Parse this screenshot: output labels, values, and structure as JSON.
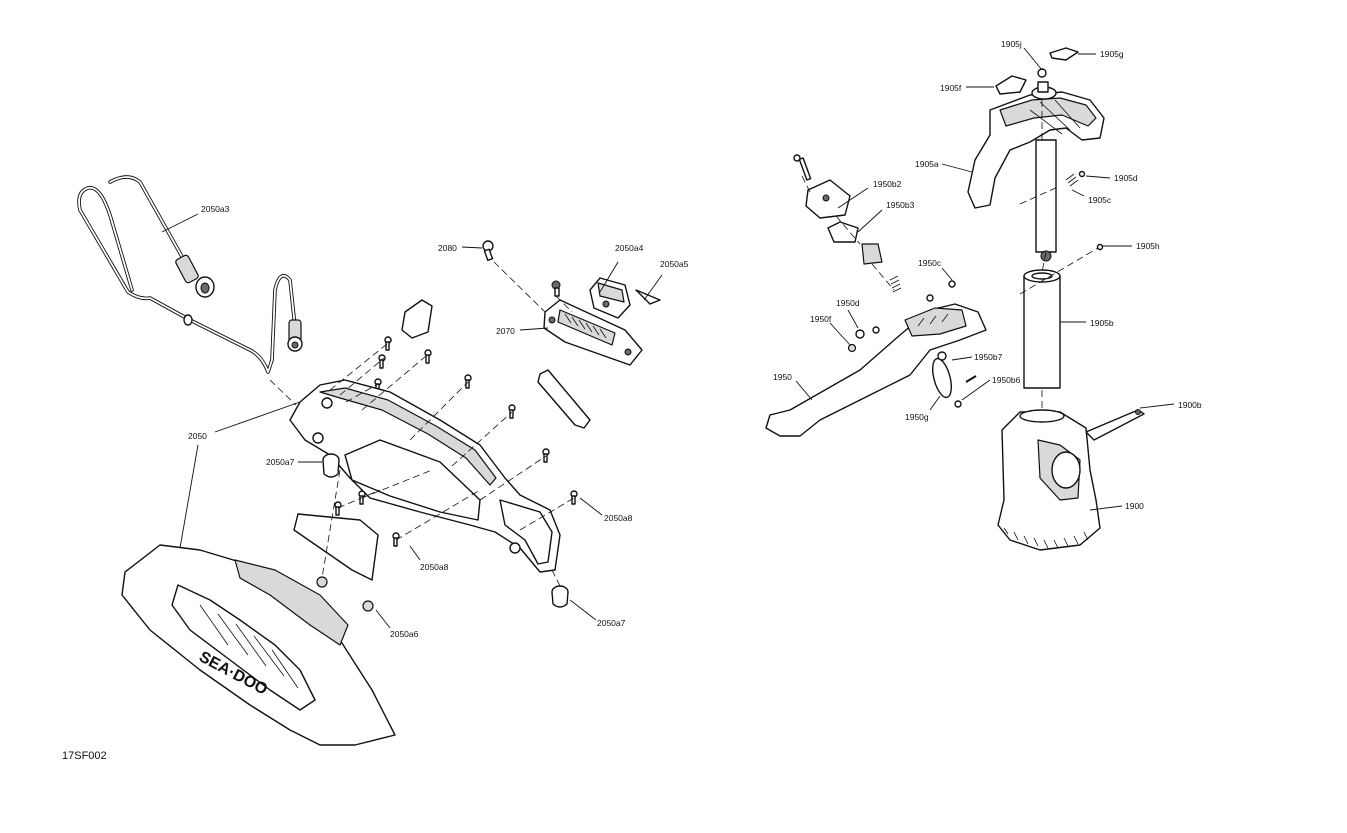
{
  "figure_ref": "17SF002",
  "callouts": {
    "c2050a3": "2050a3",
    "c2080": "2080",
    "c2050a4": "2050a4",
    "c2050a5": "2050a5",
    "c2070": "2070",
    "c2050": "2050",
    "c2050a7_left": "2050a7",
    "c2050a8_right": "2050a8",
    "c2050a8_lower": "2050a8",
    "c2050a6": "2050a6",
    "c2050a7_right": "2050a7",
    "c1905j": "1905j",
    "c1905g": "1905g",
    "c1905f": "1905f",
    "c1905a": "1905a",
    "c1905d": "1905d",
    "c1905c": "1905c",
    "c1905h": "1905h",
    "c1905b": "1905b",
    "c1950b2": "1950b2",
    "c1950b3": "1950b3",
    "c1950c": "1950c",
    "c1950d": "1950d",
    "c1950f": "1950f",
    "c1950": "1950",
    "c1950b7": "1950b7",
    "c1950b6": "1950b6",
    "c1950g": "1950g",
    "c1900b": "1900b",
    "c1900": "1900"
  },
  "colors": {
    "line": "#111111",
    "background": "#ffffff",
    "shade": "#d9d9d9"
  }
}
